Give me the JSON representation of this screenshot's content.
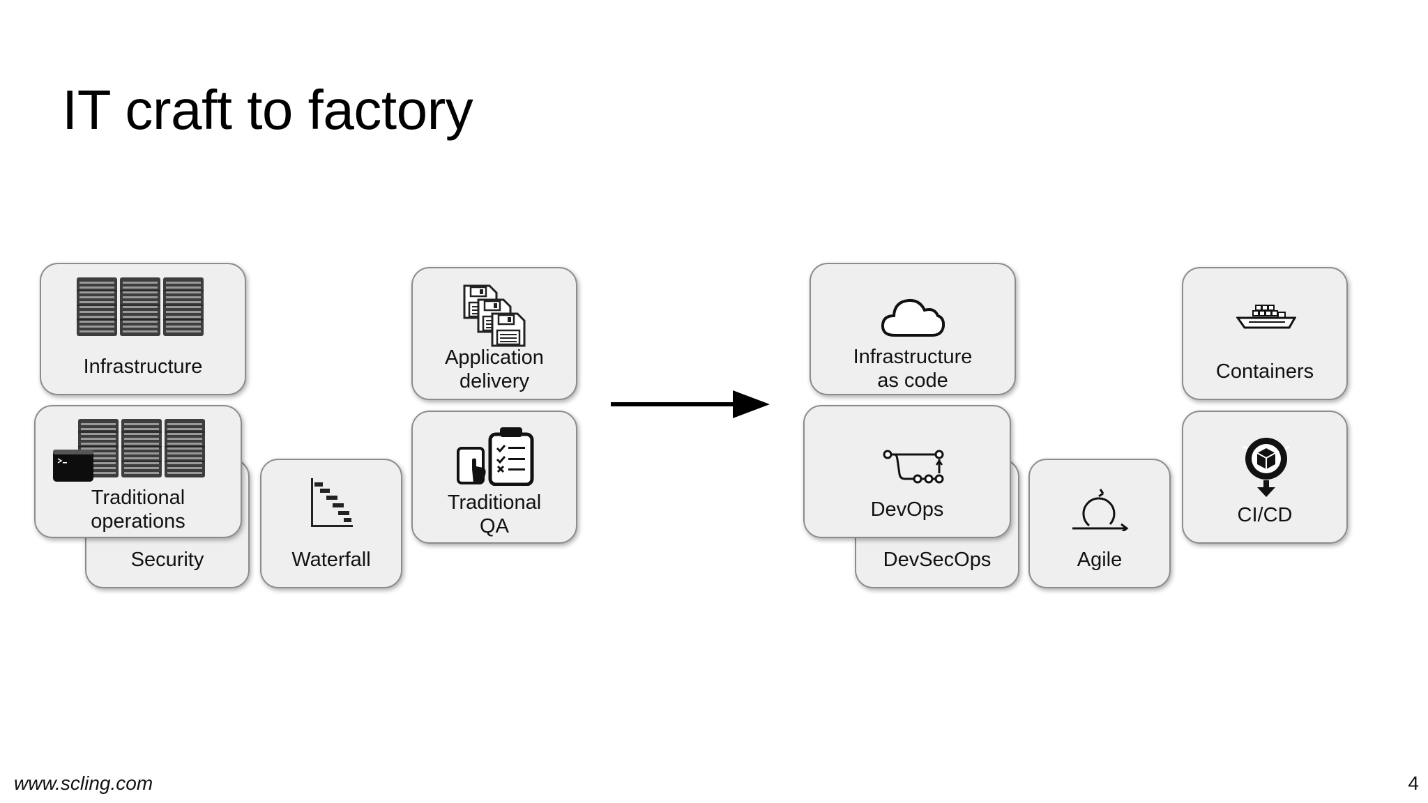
{
  "slide": {
    "title": "IT craft to factory",
    "footer_url": "www.scling.com",
    "page_number": "4"
  },
  "left_group": {
    "infrastructure": {
      "label": "Infrastructure",
      "icon": "server-rack-icon"
    },
    "security": {
      "label": "Security"
    },
    "traditional_operations": {
      "label": "Traditional\noperations",
      "icon": "server-terminal-icon"
    },
    "waterfall": {
      "label": "Waterfall",
      "icon": "gantt-chart-icon"
    },
    "application_delivery": {
      "label": "Application\ndelivery",
      "icon": "floppy-disks-icon"
    },
    "traditional_qa": {
      "label": "Traditional\nQA",
      "icon": "tablet-checklist-icon"
    }
  },
  "right_group": {
    "infrastructure_as_code": {
      "label": "Infrastructure\nas code",
      "icon": "cloud-icon"
    },
    "devsecops": {
      "label": "DevSecOps"
    },
    "devops": {
      "label": "DevOps",
      "icon": "pipeline-icon"
    },
    "agile": {
      "label": "Agile",
      "icon": "iteration-cycle-icon"
    },
    "containers": {
      "label": "Containers",
      "icon": "container-ship-icon"
    },
    "cicd": {
      "label": "CI/CD",
      "icon": "deploy-cycle-icon"
    }
  }
}
